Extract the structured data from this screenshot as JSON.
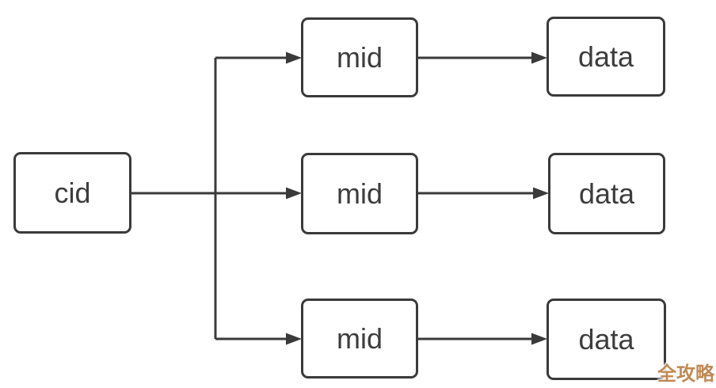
{
  "diagram": {
    "nodes": {
      "cid": {
        "label": "cid"
      },
      "mid_top": {
        "label": "mid"
      },
      "mid_middle": {
        "label": "mid"
      },
      "mid_bottom": {
        "label": "mid"
      },
      "data_top": {
        "label": "data"
      },
      "data_middle": {
        "label": "data"
      },
      "data_bottom": {
        "label": "data"
      }
    },
    "edges": [
      {
        "from": "cid",
        "to": "mid_top"
      },
      {
        "from": "cid",
        "to": "mid_middle"
      },
      {
        "from": "cid",
        "to": "mid_bottom"
      },
      {
        "from": "mid_top",
        "to": "data_top"
      },
      {
        "from": "mid_middle",
        "to": "data_middle"
      },
      {
        "from": "mid_bottom",
        "to": "data_bottom"
      }
    ],
    "colors": {
      "line": "#3a3a3a",
      "node_border": "#3a3a3a",
      "node_fill": "#ffffff",
      "text": "#3d3d3d",
      "background": "#ffffff",
      "watermark": "#c08a55"
    }
  },
  "watermark": {
    "text": "全攻略"
  }
}
